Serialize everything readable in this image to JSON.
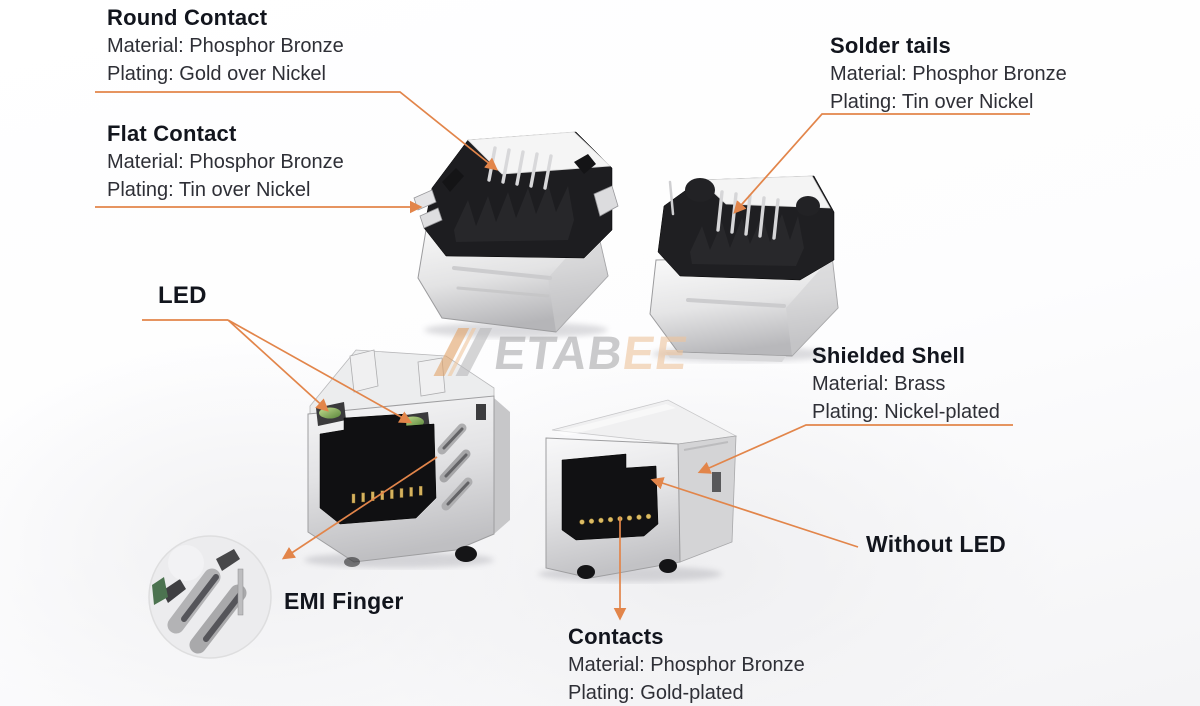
{
  "callouts": {
    "round_contact": {
      "title": "Round Contact",
      "material": "Material: Phosphor Bronze",
      "plating": "Plating: Gold over Nickel"
    },
    "flat_contact": {
      "title": "Flat Contact",
      "material": "Material: Phosphor Bronze",
      "plating": "Plating: Tin over Nickel"
    },
    "solder_tails": {
      "title": "Solder tails",
      "material": "Material: Phosphor Bronze",
      "plating": "Plating: Tin over Nickel"
    },
    "led": {
      "title": "LED"
    },
    "shielded_shell": {
      "title": "Shielded Shell",
      "material": "Material: Brass",
      "plating": "Plating: Nickel-plated"
    },
    "without_led": {
      "title": "Without LED"
    },
    "emi_finger": {
      "title": "EMI Finger"
    },
    "contacts": {
      "title": "Contacts",
      "material": "Material: Phosphor Bronze",
      "plating": "Plating: Gold-plated"
    }
  },
  "brand": {
    "gray_part": "ETAB",
    "orange_part": "EE"
  },
  "colors": {
    "accent_line": "#E2854A",
    "heading_text": "#12151D",
    "body_text": "#2E2F36",
    "led_green": "#6F9E4C",
    "contact_gold": "#D6B35E",
    "shell_metal": "#D9D9DB",
    "housing_black": "#1D1D20"
  }
}
